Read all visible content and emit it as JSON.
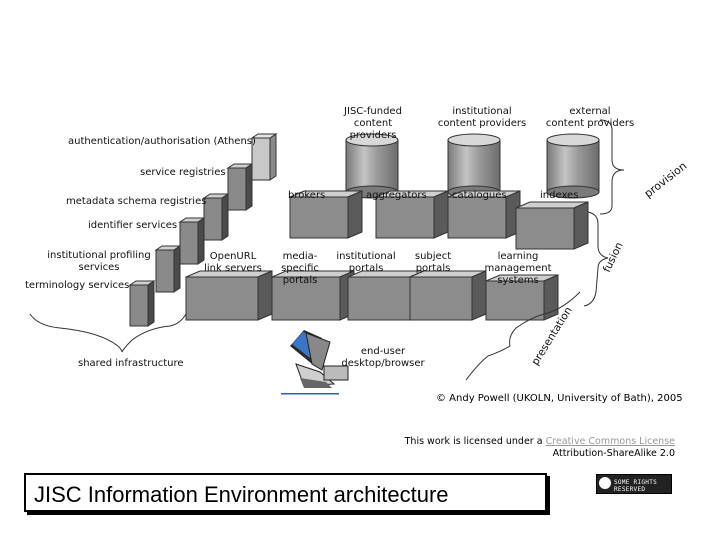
{
  "content_providers": [
    "JISC-funded\ncontent providers",
    "institutional\ncontent providers",
    "external\ncontent providers"
  ],
  "shared_services": {
    "auth": "authentication/authorisation (Athens)",
    "service_registries": "service registries",
    "metadata_registries": "metadata schema registries",
    "identifier": "identifier services",
    "institutional_profiling": "institutional profiling\nservices",
    "terminology": "terminology services",
    "shared_infrastructure": "shared infrastructure"
  },
  "fusion_layer": [
    "brokers",
    "aggregators",
    "catalogues",
    "indexes"
  ],
  "presentation_layer": [
    "OpenURL\nlink servers",
    "media-specific\nportals",
    "institutional\nportals",
    "subject\nportals",
    "learning management\nsystems"
  ],
  "side_labels": {
    "provision": "provision",
    "fusion": "fusion",
    "presentation": "presentation"
  },
  "end_user": "end-user\ndesktop/browser",
  "copyright": "© Andy Powell (UKOLN, University of Bath), 2005",
  "license": {
    "prefix": "This work is licensed under a ",
    "link": "Creative Commons License",
    "suffix": "Attribution-ShareAlike 2.0"
  },
  "cc_badge": "SOME RIGHTS RESERVED",
  "title": "JISC Information Environment architecture"
}
